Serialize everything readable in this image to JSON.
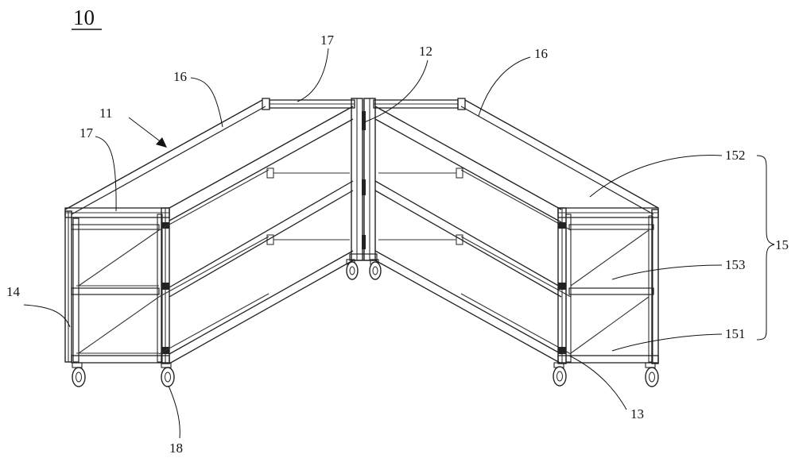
{
  "figure": {
    "number": "10",
    "labels": {
      "shelf_unit": "11",
      "hinge_top": "12",
      "hinge_bottom": "13",
      "side_frame": "14",
      "shelf_group": "15",
      "top_rail_left": "16",
      "top_rail_right": "16",
      "end_rail_left": "17",
      "end_rail_center": "17",
      "caster": "18",
      "upper_shelf": "152",
      "middle_shelf": "153",
      "lower_shelf": "151"
    }
  }
}
